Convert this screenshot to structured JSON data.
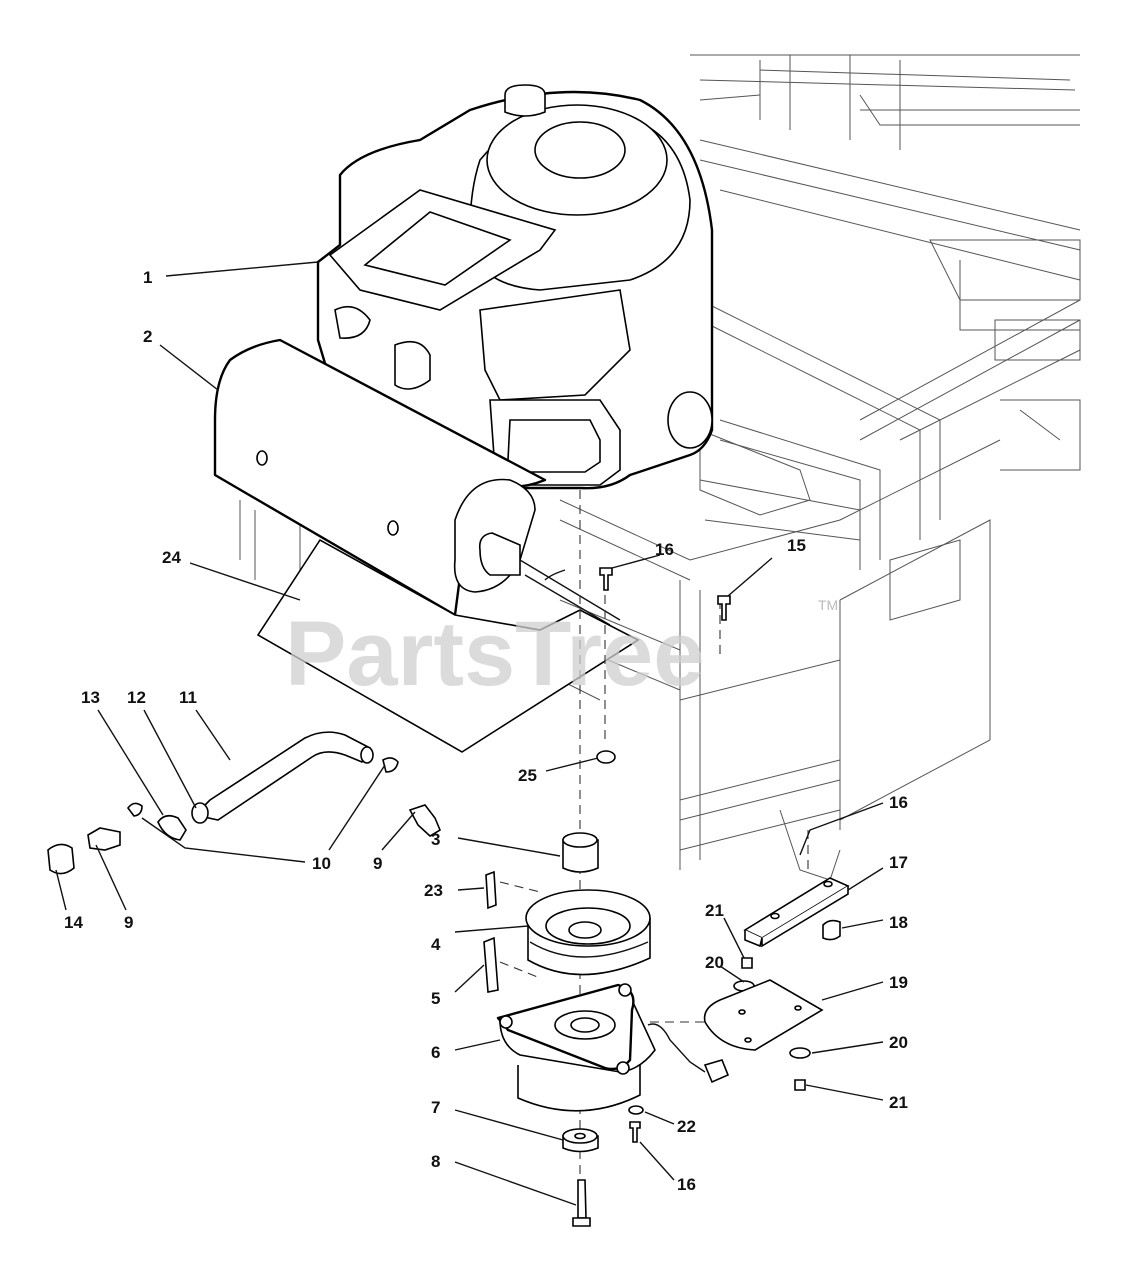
{
  "watermark": {
    "text": "PartsTree",
    "trademark": "TM"
  },
  "callouts": [
    "1",
    "2",
    "24",
    "16",
    "15",
    "13",
    "12",
    "11",
    "25",
    "10",
    "9",
    "14",
    "9",
    "3",
    "23",
    "4",
    "5",
    "6",
    "7",
    "8",
    "16",
    "17",
    "21",
    "18",
    "20",
    "19",
    "20",
    "21",
    "22",
    "16"
  ]
}
